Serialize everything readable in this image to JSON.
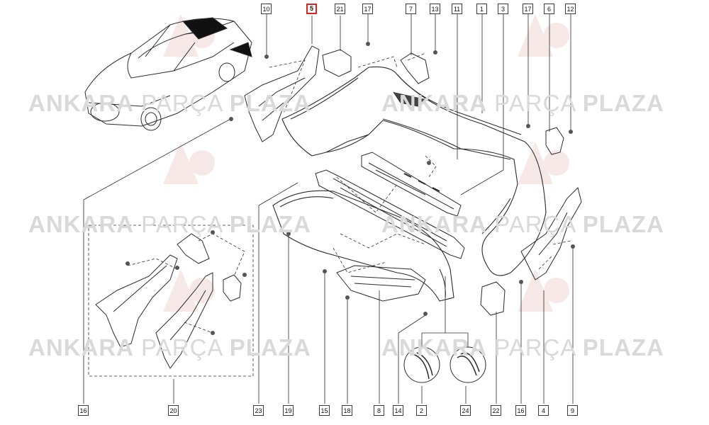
{
  "callouts": {
    "c10": "10",
    "c5": "5",
    "c21": "21",
    "c17a": "17",
    "c7": "7",
    "c13": "13",
    "c11": "11",
    "c1": "1",
    "c3": "3",
    "c17b": "17",
    "c6": "6",
    "c12": "12",
    "c16a": "16",
    "c20": "20",
    "c23": "23",
    "c19": "19",
    "c15": "15",
    "c18": "18",
    "c8": "8",
    "c14": "14",
    "c2": "2",
    "c24": "24",
    "c22": "22",
    "c16b": "16",
    "c4": "4",
    "c9": "9"
  },
  "watermark": {
    "word1": "ANKARA",
    "word2": "PARÇA",
    "word3": "PLAZA"
  },
  "colors": {
    "line": "#2b2b2b",
    "highlight": "#e0221f",
    "watermark": "#d9d9d9"
  },
  "icons": {
    "car": "car-sedan-icon",
    "logo": "ap-logo-watermark"
  }
}
